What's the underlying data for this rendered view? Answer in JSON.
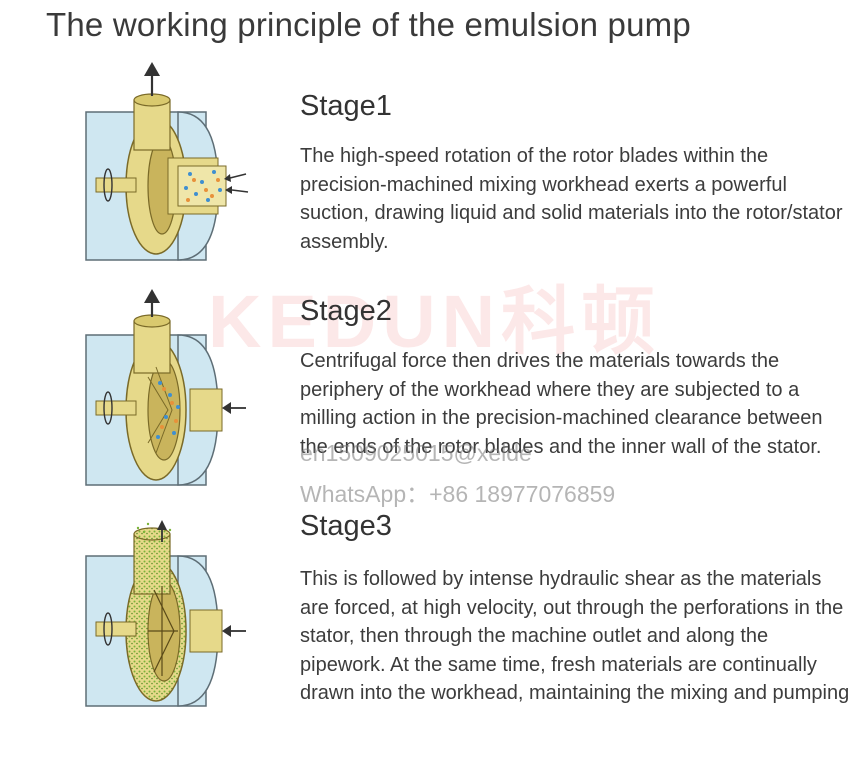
{
  "page": {
    "title": "The working principle of the emulsion pump",
    "watermark": "KEDUN科顿",
    "overlay_email": "en1509025015@xelde",
    "overlay_whatsapp": "WhatsApp：+86 18977076859"
  },
  "stages": [
    {
      "title": "Stage1",
      "text": "The high-speed rotation of the rotor blades within the precision-machined mixing workhead exerts a powerful suction, drawing liquid and solid materials into the rotor/stator assembly."
    },
    {
      "title": "Stage2",
      "text": "Centrifugal force then drives the materials towards the periphery of the workhead where they are subjected to a milling action in the precision-machined clearance between the ends of the rotor blades and the inner wall of the stator."
    },
    {
      "title": "Stage3",
      "text": "This is followed by intense hydraulic shear as the materials are forced, at high velocity, out through the perforations in the stator, then through the machine outlet and along the pipework. At the same time, fresh materials are continually drawn into the workhead, maintaining the mixing and pumping"
    }
  ],
  "colors": {
    "housing": "#cfe7f1",
    "brass": "#e6d98a",
    "brass_dark": "#b9a24c",
    "particle_blue": "#3f8fd0",
    "particle_orange": "#e8913a",
    "particle_green": "#7bb43a"
  }
}
